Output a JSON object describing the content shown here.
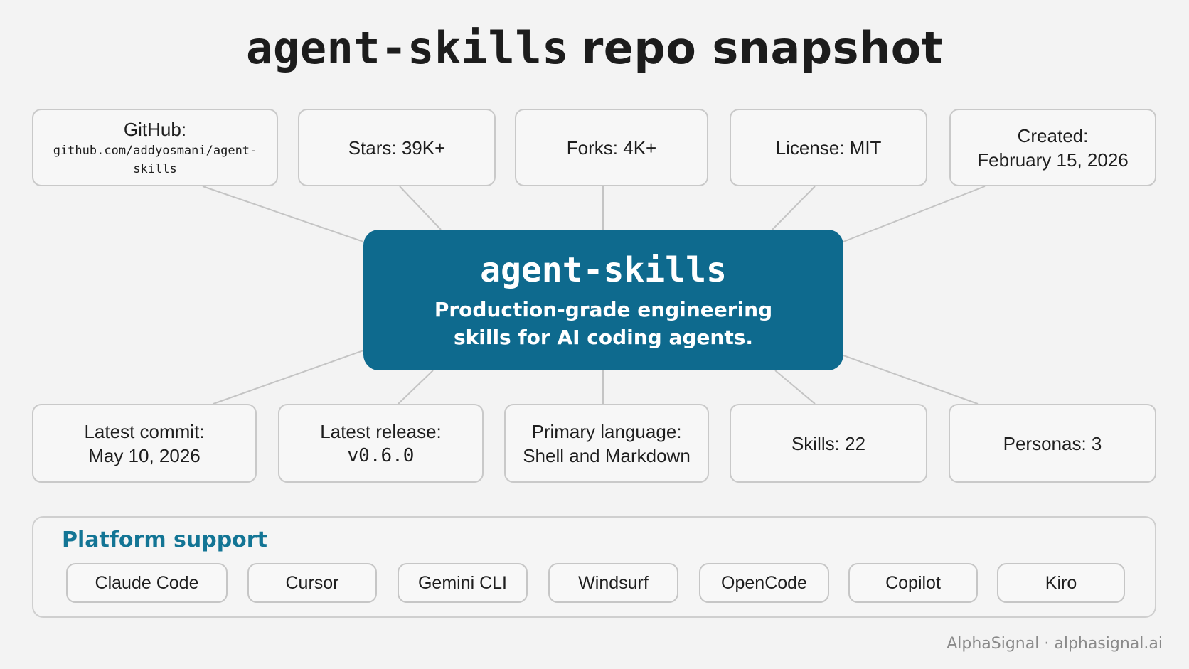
{
  "title": {
    "part1": "agent-skills",
    "part2": "repo snapshot"
  },
  "center": {
    "name": "agent-skills",
    "description_line1": "Production-grade engineering",
    "description_line2": "skills for AI coding agents."
  },
  "top_cards": {
    "github": {
      "label": "GitHub:",
      "value": "github.com/addyosmani/agent-skills"
    },
    "stars": {
      "label": "Stars:",
      "value": "39K+"
    },
    "forks": {
      "label": "Forks:",
      "value": "4K+"
    },
    "license": {
      "label": "License:",
      "value": "MIT"
    },
    "created": {
      "label": "Created:",
      "value": "February 15, 2026"
    }
  },
  "bottom_cards": {
    "latest_commit": {
      "label": "Latest commit:",
      "value": "May 10, 2026"
    },
    "latest_release": {
      "label": "Latest release:",
      "value": "v0.6.0"
    },
    "primary_language": {
      "label": "Primary language:",
      "value": "Shell and Markdown"
    },
    "skills": {
      "label": "Skills:",
      "value": "22"
    },
    "personas": {
      "label": "Personas: 3"
    }
  },
  "platform": {
    "title": "Platform support",
    "items": [
      "Claude Code",
      "Cursor",
      "Gemini CLI",
      "Windsurf",
      "OpenCode",
      "Copilot",
      "Kiro"
    ]
  },
  "footer": {
    "brand": "AlphaSignal",
    "separator": "·",
    "url": "alphasignal.ai"
  },
  "colors": {
    "accent": "#0e6a8e",
    "platform_title": "#137595",
    "background": "#f3f3f3",
    "connector": "#c4c4c4"
  }
}
